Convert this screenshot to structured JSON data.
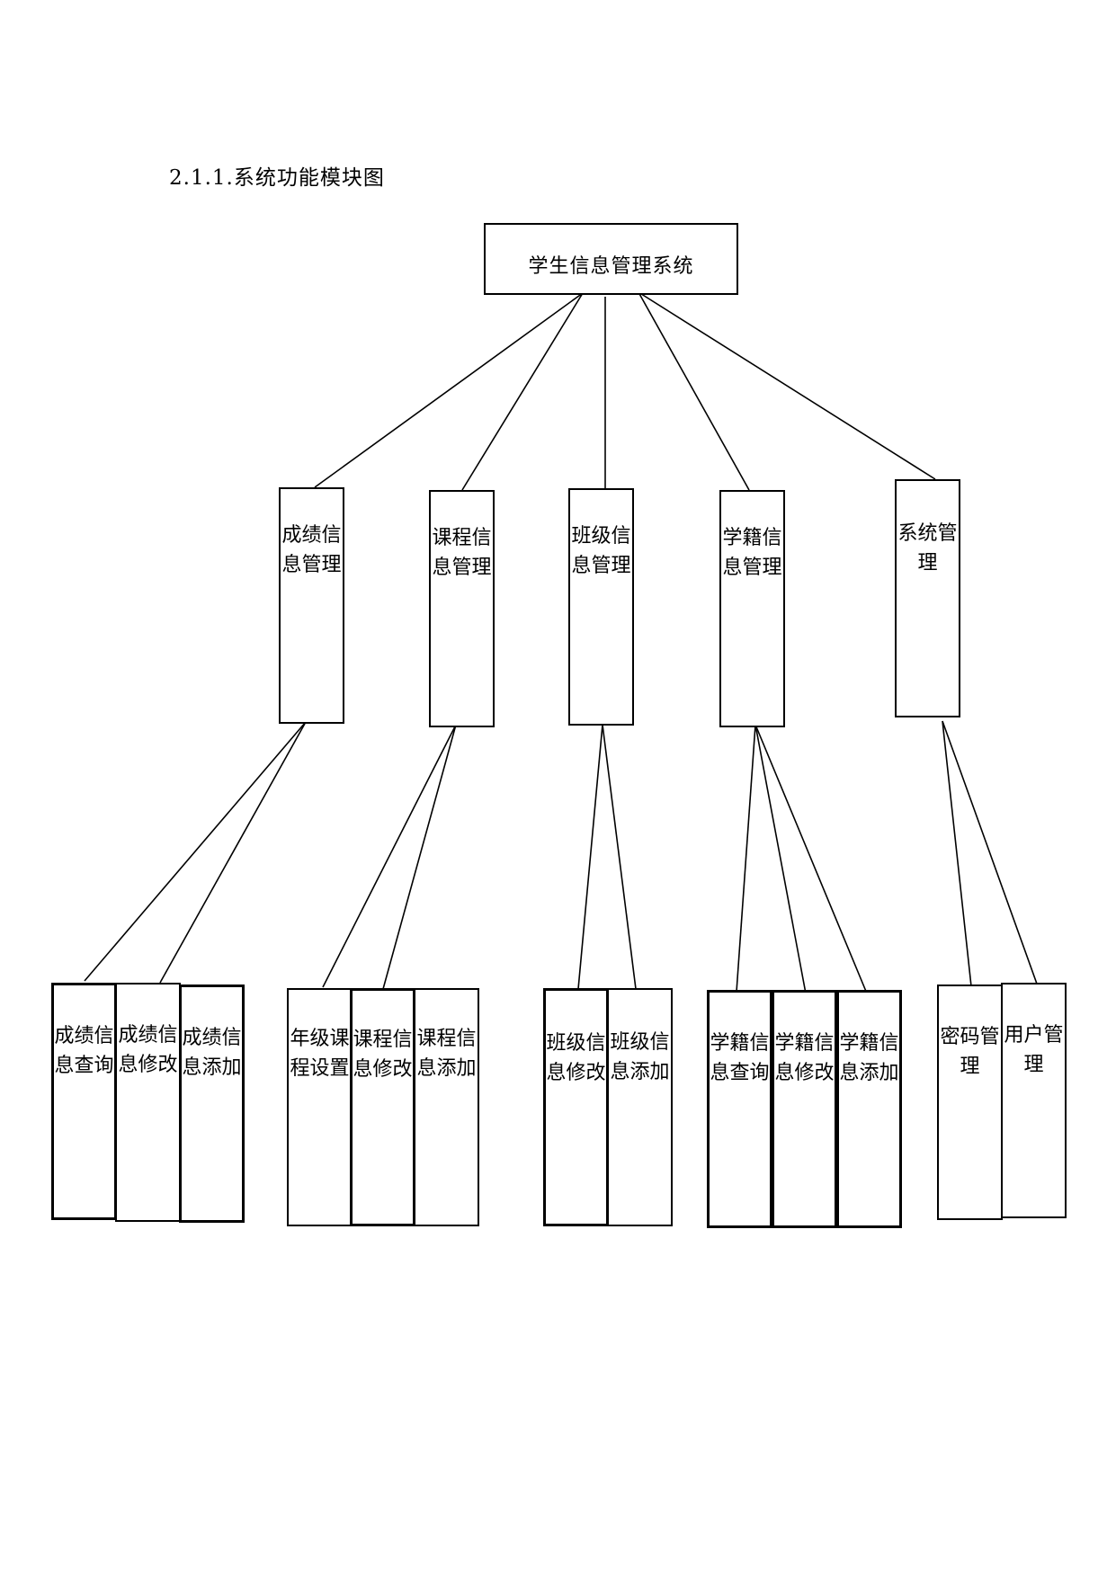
{
  "heading": "2.1.1.系统功能模块图",
  "root": "学生信息管理系统",
  "modules": [
    {
      "label": "成绩信息管理",
      "children": [
        "成绩信息查询",
        "成绩信息修改",
        "成绩信息添加"
      ]
    },
    {
      "label": "课程信息管理",
      "children": [
        "年级课程设置",
        "课程信息修改",
        "课程信息添加"
      ]
    },
    {
      "label": "班级信息管理",
      "children": [
        "班级信息修改",
        "班级信息添加"
      ]
    },
    {
      "label": "学籍信息管理",
      "children": [
        "学籍信息查询",
        "学籍信息修改",
        "学籍信息添加"
      ]
    },
    {
      "label": "系统管理",
      "children": [
        "密码管理",
        "用户管理"
      ]
    }
  ]
}
